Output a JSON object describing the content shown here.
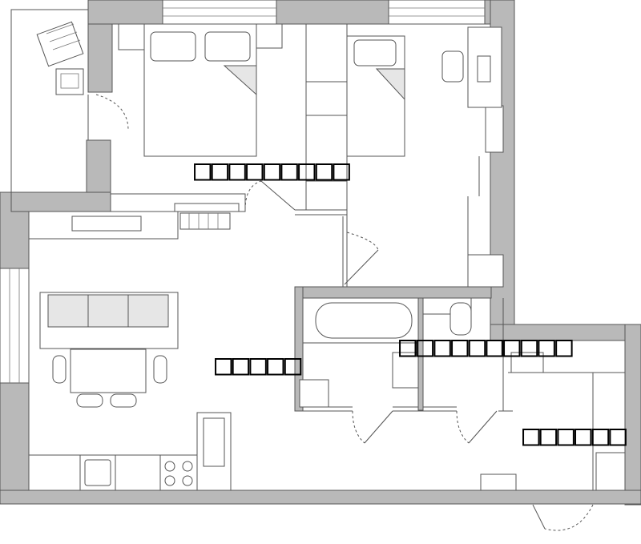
{
  "plan": {
    "labels": [
      {
        "id": "bedroom",
        "text": "□□□□□□□□□"
      },
      {
        "id": "living",
        "text": "□□□□□"
      },
      {
        "id": "bathroom",
        "text": "□□□□□□□□□□"
      },
      {
        "id": "hall",
        "text": "□□□□□□"
      }
    ],
    "colors": {
      "wall": "#b9b9b9",
      "stroke": "#555555"
    }
  }
}
